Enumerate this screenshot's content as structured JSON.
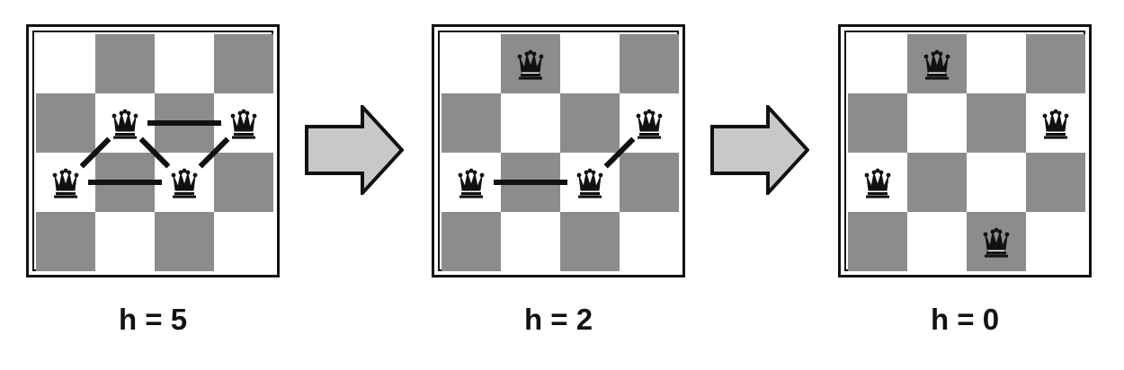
{
  "colors": {
    "dark_square": "#8c8c8c",
    "light_square": "#ffffff",
    "queen": "#111111",
    "conflict_line": "#111111",
    "arrow_fill": "#c8c8c8",
    "arrow_stroke": "#111111"
  },
  "queen_icon": "chess-queen-icon",
  "board_size": 4,
  "boards": [
    {
      "h_label": "h = 5",
      "dark_parity": 1,
      "queens": [
        {
          "col": 1,
          "row": 1
        },
        {
          "col": 3,
          "row": 1
        },
        {
          "col": 0,
          "row": 2
        },
        {
          "col": 2,
          "row": 2
        }
      ],
      "conflicts": [
        [
          0,
          1
        ],
        [
          0,
          2
        ],
        [
          0,
          3
        ],
        [
          1,
          3
        ],
        [
          2,
          3
        ]
      ]
    },
    {
      "h_label": "h = 2",
      "dark_parity": 1,
      "queens": [
        {
          "col": 1,
          "row": 0
        },
        {
          "col": 3,
          "row": 1
        },
        {
          "col": 0,
          "row": 2
        },
        {
          "col": 2,
          "row": 2
        }
      ],
      "conflicts": [
        [
          2,
          3
        ],
        [
          1,
          3
        ]
      ]
    },
    {
      "h_label": "h = 0",
      "dark_parity": 1,
      "queens": [
        {
          "col": 1,
          "row": 0
        },
        {
          "col": 3,
          "row": 1
        },
        {
          "col": 0,
          "row": 2
        },
        {
          "col": 2,
          "row": 3
        }
      ],
      "conflicts": []
    }
  ]
}
